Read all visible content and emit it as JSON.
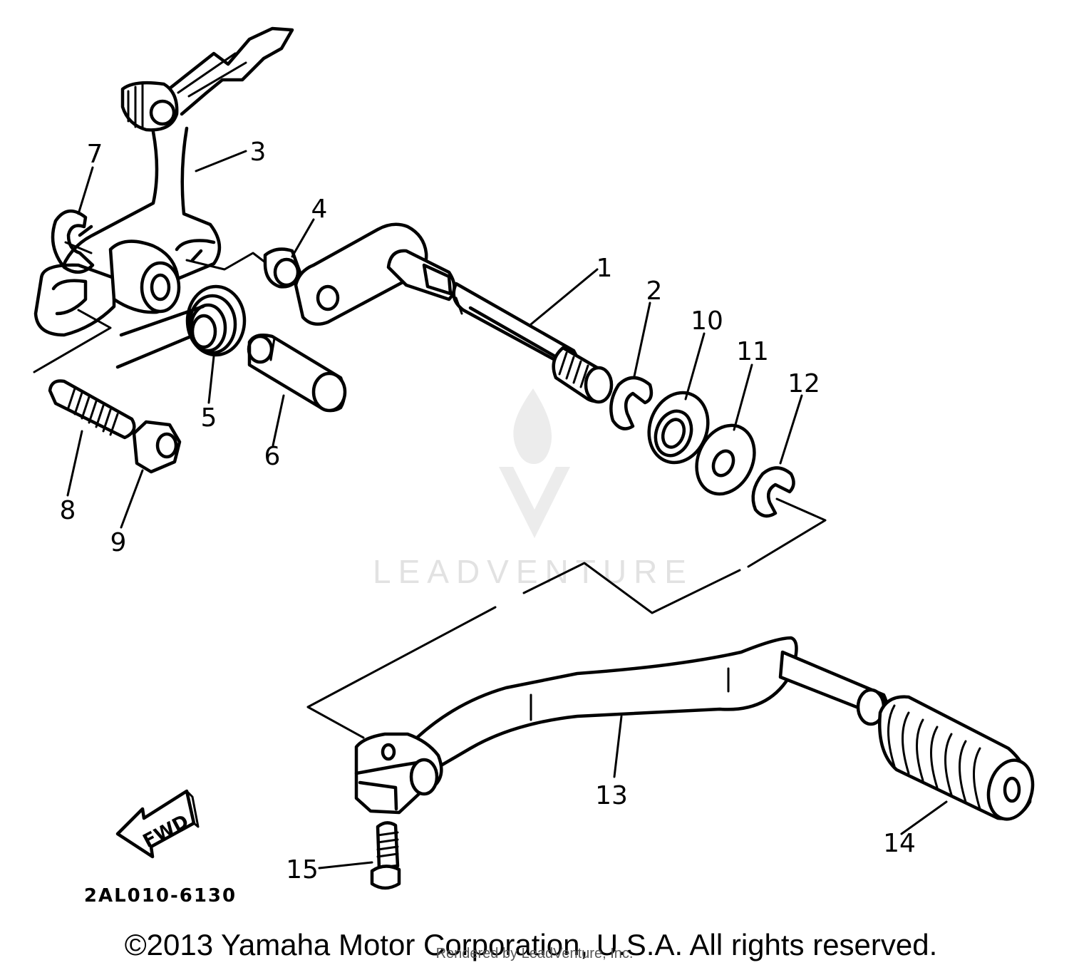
{
  "callouts": {
    "c1": "1",
    "c2": "2",
    "c3": "3",
    "c4": "4",
    "c5": "5",
    "c6": "6",
    "c7": "7",
    "c8": "8",
    "c9": "9",
    "c10": "10",
    "c11": "11",
    "c12": "12",
    "c13": "13",
    "c14": "14",
    "c15": "15"
  },
  "direction_label": "FWD",
  "diagram_code": "2AL010-6130",
  "watermark": "LEADVENTURE",
  "copyright": "©2013 Yamaha Motor Corporation, U.S.A. All rights reserved.",
  "rendered_by": "Rendered by LeadVenture, Inc."
}
